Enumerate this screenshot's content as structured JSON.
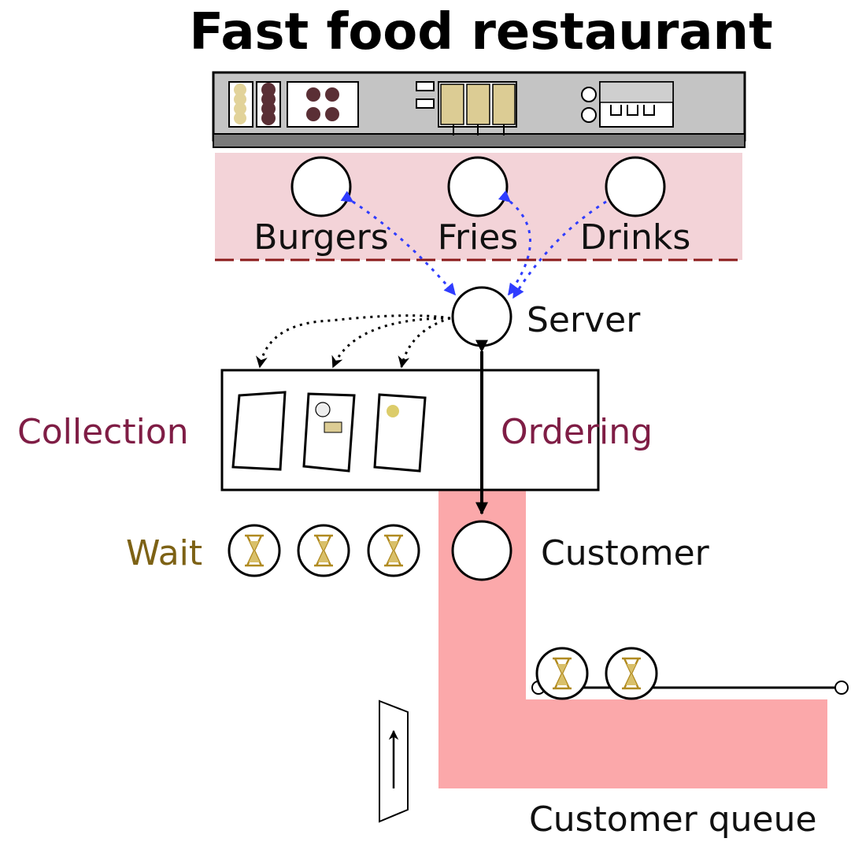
{
  "title": "Fast food restaurant",
  "stations": {
    "burgers": "Burgers",
    "fries": "Fries",
    "drinks": "Drinks"
  },
  "roles": {
    "server": "Server",
    "customer": "Customer"
  },
  "zones": {
    "collection": "Collection",
    "ordering": "Ordering",
    "wait": "Wait",
    "queue": "Customer queue"
  },
  "colors": {
    "kitchen_zone": "#f3d3d8",
    "queue_zone": "#fba8aa",
    "zone_label": "#7f1d45",
    "wait_label": "#7d6215",
    "hourglass": "#b08a20",
    "dotted_link": "#2f3cff"
  },
  "icons": {
    "hourglass": "hourglass-icon",
    "entrance": "entrance-door-icon"
  }
}
